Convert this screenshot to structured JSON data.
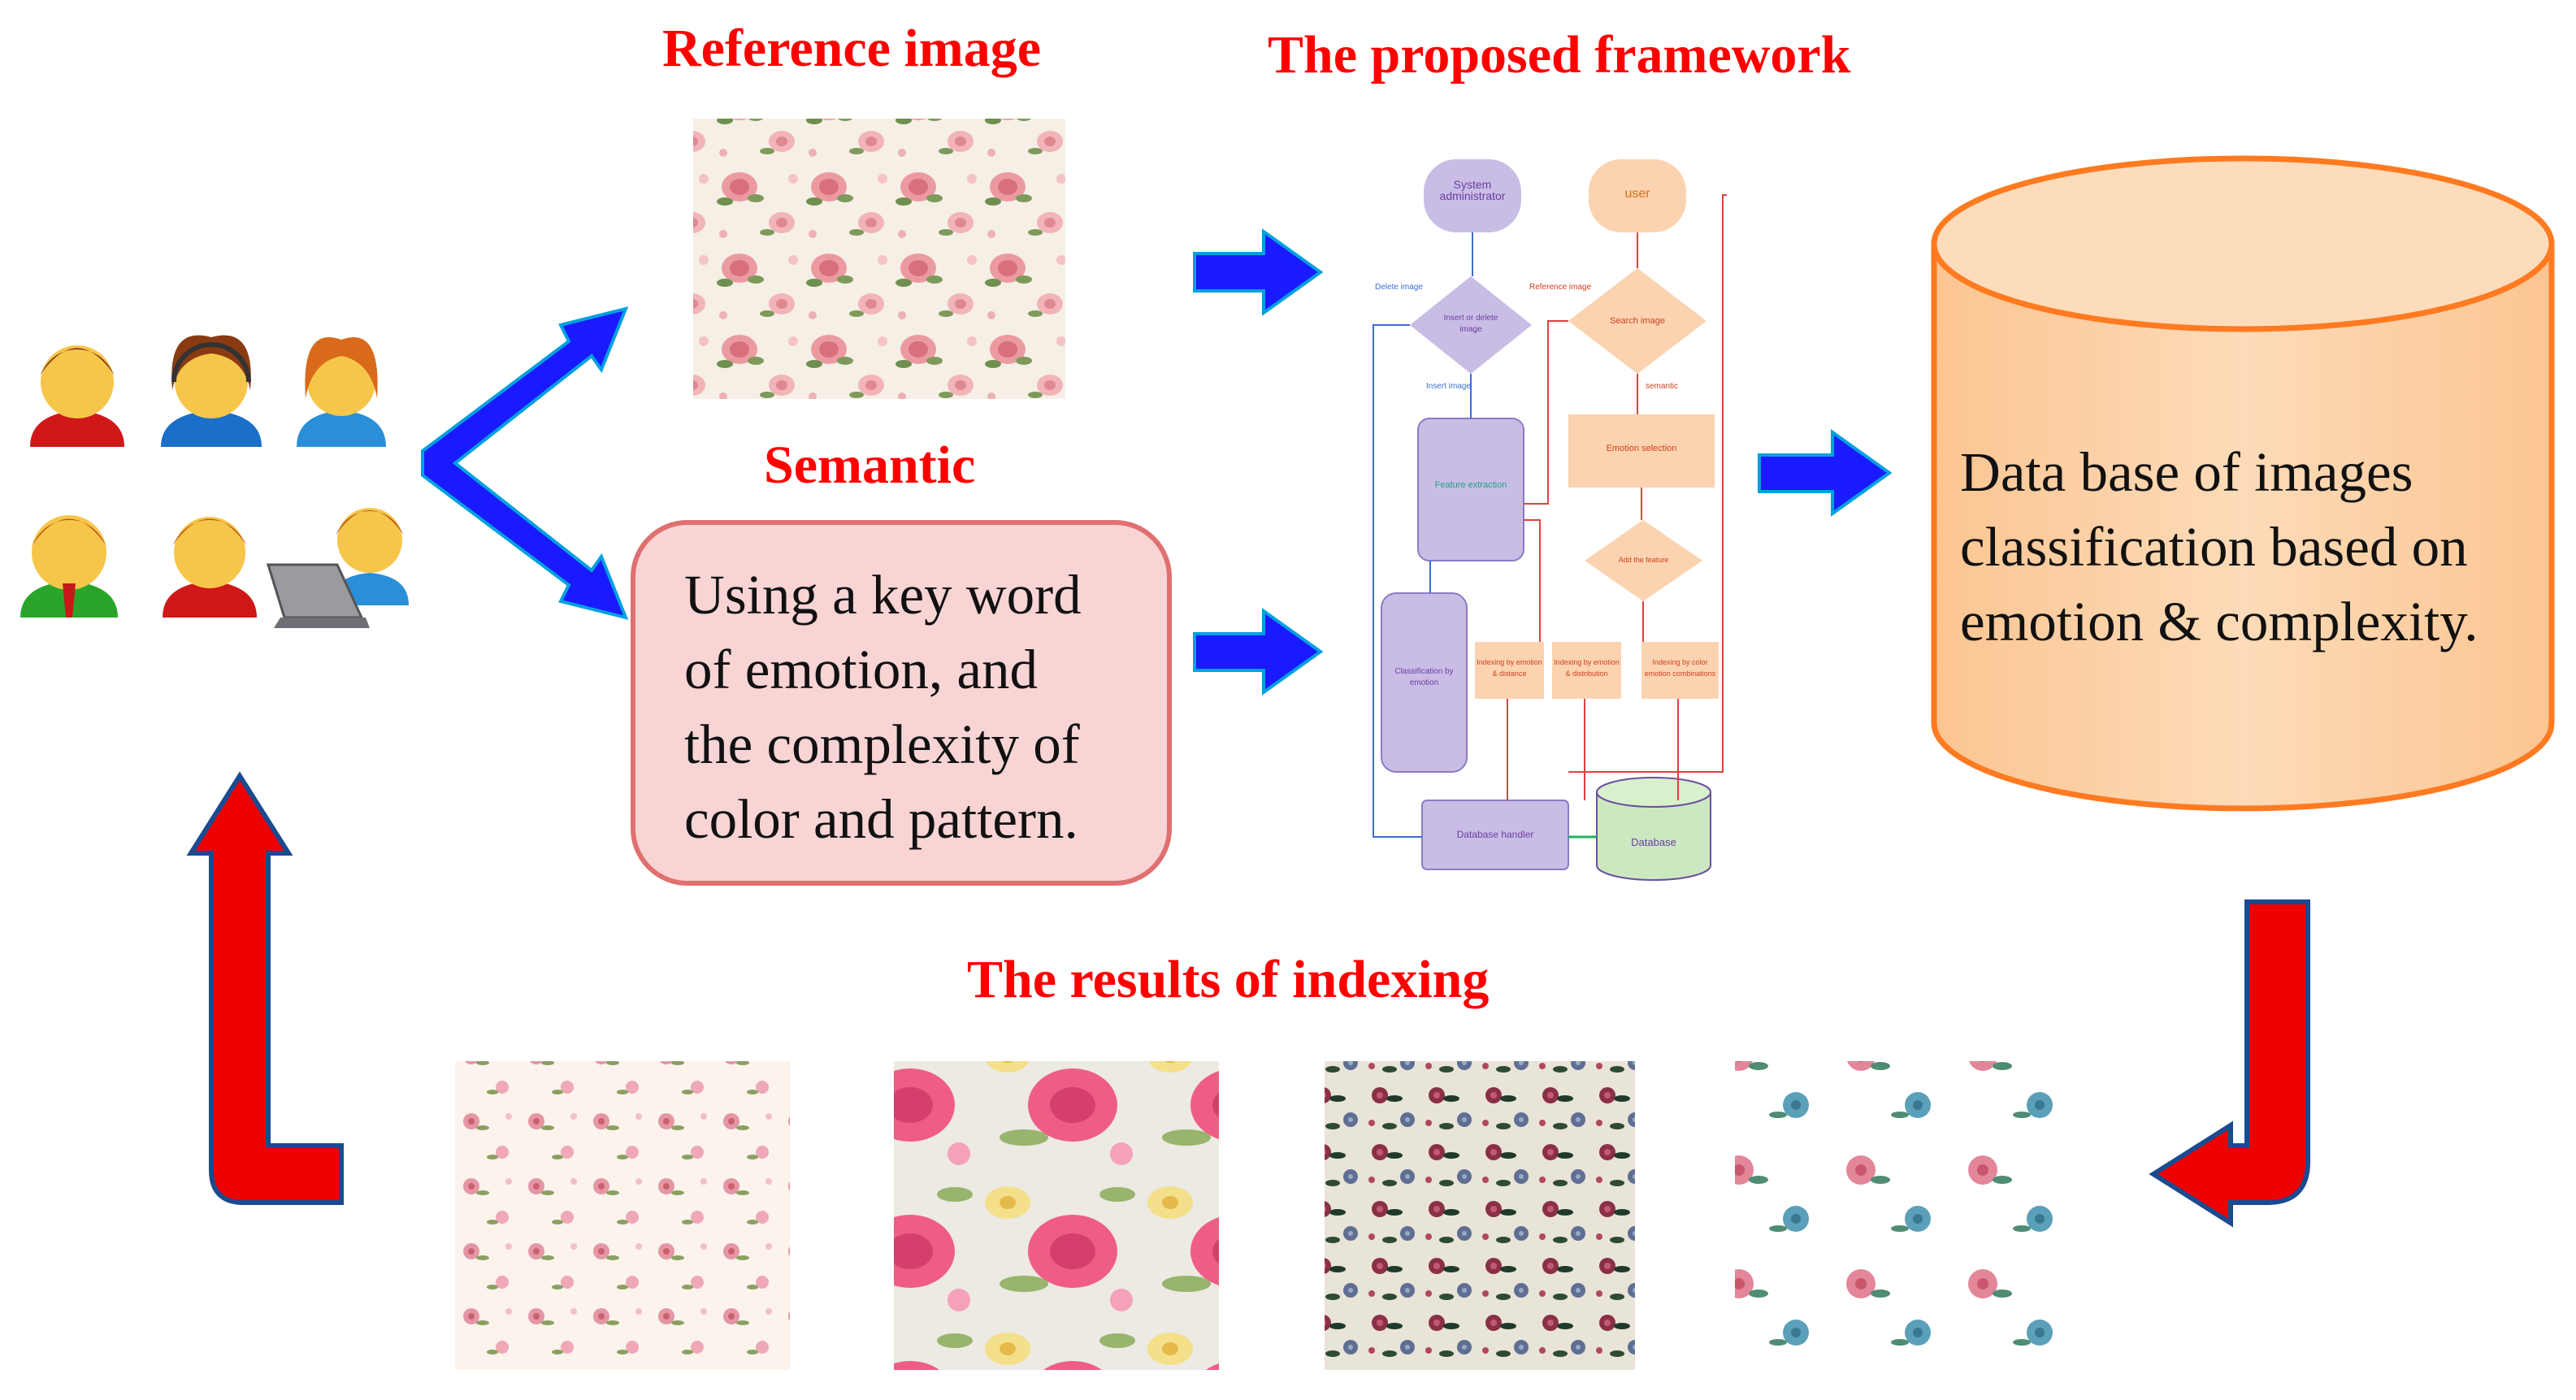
{
  "titles": {
    "reference_image": "Reference image",
    "proposed_framework": "The proposed framework",
    "semantic": "Semantic",
    "results": "The results of indexing"
  },
  "semantic_box": {
    "text": "Using a key word\nof  emotion, and\nthe complexity of\ncolor and pattern."
  },
  "database": {
    "text": "Data base of  images\nclassification based on\nemotion & complexity."
  },
  "flowchart": {
    "system_admin": "System administrator",
    "user": "user",
    "insert_delete": "Insert or delete image",
    "search_image": "Search image",
    "feature_extraction": "Feature extraction",
    "emotion_selection": "Emotion selection",
    "add_feature": "Add the feature",
    "classification": "Classification by emotion",
    "index1": "Indexing by emotion & distance",
    "index2": "Indexing by emotion & distribution",
    "index3": "Indexing by color emotion combinations",
    "db_handler": "Database handler",
    "database": "Database",
    "delete_image": "Delete image",
    "insert_image": "Insert image",
    "reference_image": "Reference image",
    "semantic": "semantic"
  },
  "colors": {
    "title_red": "#ff0000",
    "blue_arrow": "#1a1aff",
    "red_arrow": "#ee0000",
    "cylinder_fill": "#fcd0a4",
    "cylinder_stroke": "#ff7a20",
    "semantic_fill": "#f9d4d4"
  },
  "users": {
    "count": 6
  }
}
